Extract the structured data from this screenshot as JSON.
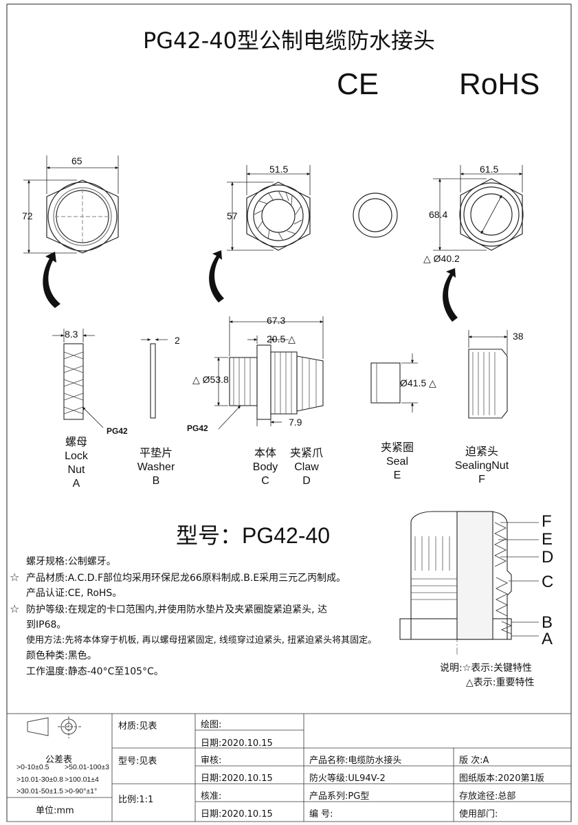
{
  "title": "PG42-40型公制电缆防水接头",
  "certs": {
    "ce": "CE",
    "rohs": "RoHS"
  },
  "dims": {
    "nut_w": "65",
    "nut_h": "72",
    "body_w": "51.5",
    "body_h": "57",
    "sealnut_w": "61.5",
    "sealnut_h": "68.4",
    "sealnut_d": "△ Ø40.2",
    "locknut_t": "8.3",
    "washer_t": "2",
    "body_len": "67.3",
    "body_seg": "20.5 △",
    "body_dia": "△ Ø53.8",
    "body_thread": "7.9",
    "seal_dia": "Ø41.5 △",
    "sealnut_len": "38"
  },
  "thread_tags": {
    "a": "PG42",
    "c": "PG42"
  },
  "parts": [
    {
      "cn": "螺母",
      "en1": "Lock",
      "en2": "Nut",
      "letter": "A"
    },
    {
      "cn": "平垫片",
      "en1": "Washer",
      "letter": "B"
    },
    {
      "cn": "本体",
      "en1": "Body",
      "letter": "C"
    },
    {
      "cn": "夹紧爪",
      "en1": "Claw",
      "letter": "D"
    },
    {
      "cn": "夹紧圈",
      "en1": "Seal",
      "letter": "E"
    },
    {
      "cn": "迫紧头",
      "en1": "SealingNut",
      "letter": "F"
    }
  ],
  "model": "型号：PG42-40",
  "specs": [
    {
      "star": "",
      "text": "螺牙规格:公制螺牙。"
    },
    {
      "star": "☆",
      "text": "产品材质:A.C.D.F部位均采用环保尼龙66原料制成.B.E采用三元乙丙制成。"
    },
    {
      "star": "",
      "text": "产品认证:CE, RoHS。"
    },
    {
      "star": "☆",
      "text": "防护等级:在规定的卡口范围内,并使用防水垫片及夹紧圈旋紧迫紧头, 达"
    },
    {
      "star": "",
      "text": "到IP68。"
    },
    {
      "star": "",
      "text": "使用方法:先将本体穿于机板, 再以螺母扭紧固定, 线缆穿过迫紧头, 扭紧迫紧头将其固定。"
    },
    {
      "star": "",
      "text": "颜色种类:黑色。"
    },
    {
      "star": "",
      "text": "工作温度:静态-40°C至105°C。"
    }
  ],
  "assembly_letters": [
    "F",
    "E",
    "D",
    "C",
    "B",
    "A"
  ],
  "legend": {
    "line1": "说明:☆表示:关键特性",
    "line2": "△表示:重要特性"
  },
  "title_block": {
    "tolerance_title": "公差表",
    "tol1a": ">0-10±0.5",
    "tol1b": ">50.01-100±3",
    "tol2a": ">10.01-30±0.8",
    "tol2b": ">100.01±4",
    "tol3a": ">30.01-50±1.5",
    "tol3b": ">0-90°±1°",
    "unit": "单位:mm",
    "material": "材质:见表",
    "model_no": "型号:见表",
    "scale": "比例:1:1",
    "drawn": "绘图:",
    "date1": "日期:2020.10.15",
    "checked": "审核:",
    "date2": "日期:2020.10.15",
    "approved": "核准:",
    "date3": "日期:2020.10.15",
    "product_name": "产品名称:电缆防水接头",
    "fire_rating": "防火等级:UL94V-2",
    "series": "产品系列:PG型",
    "number": "编      号:",
    "version": "版      次:A",
    "drawing_version": "图纸版本:2020第1版",
    "storage": "存放途径:总部",
    "dept": "使用部门:"
  }
}
